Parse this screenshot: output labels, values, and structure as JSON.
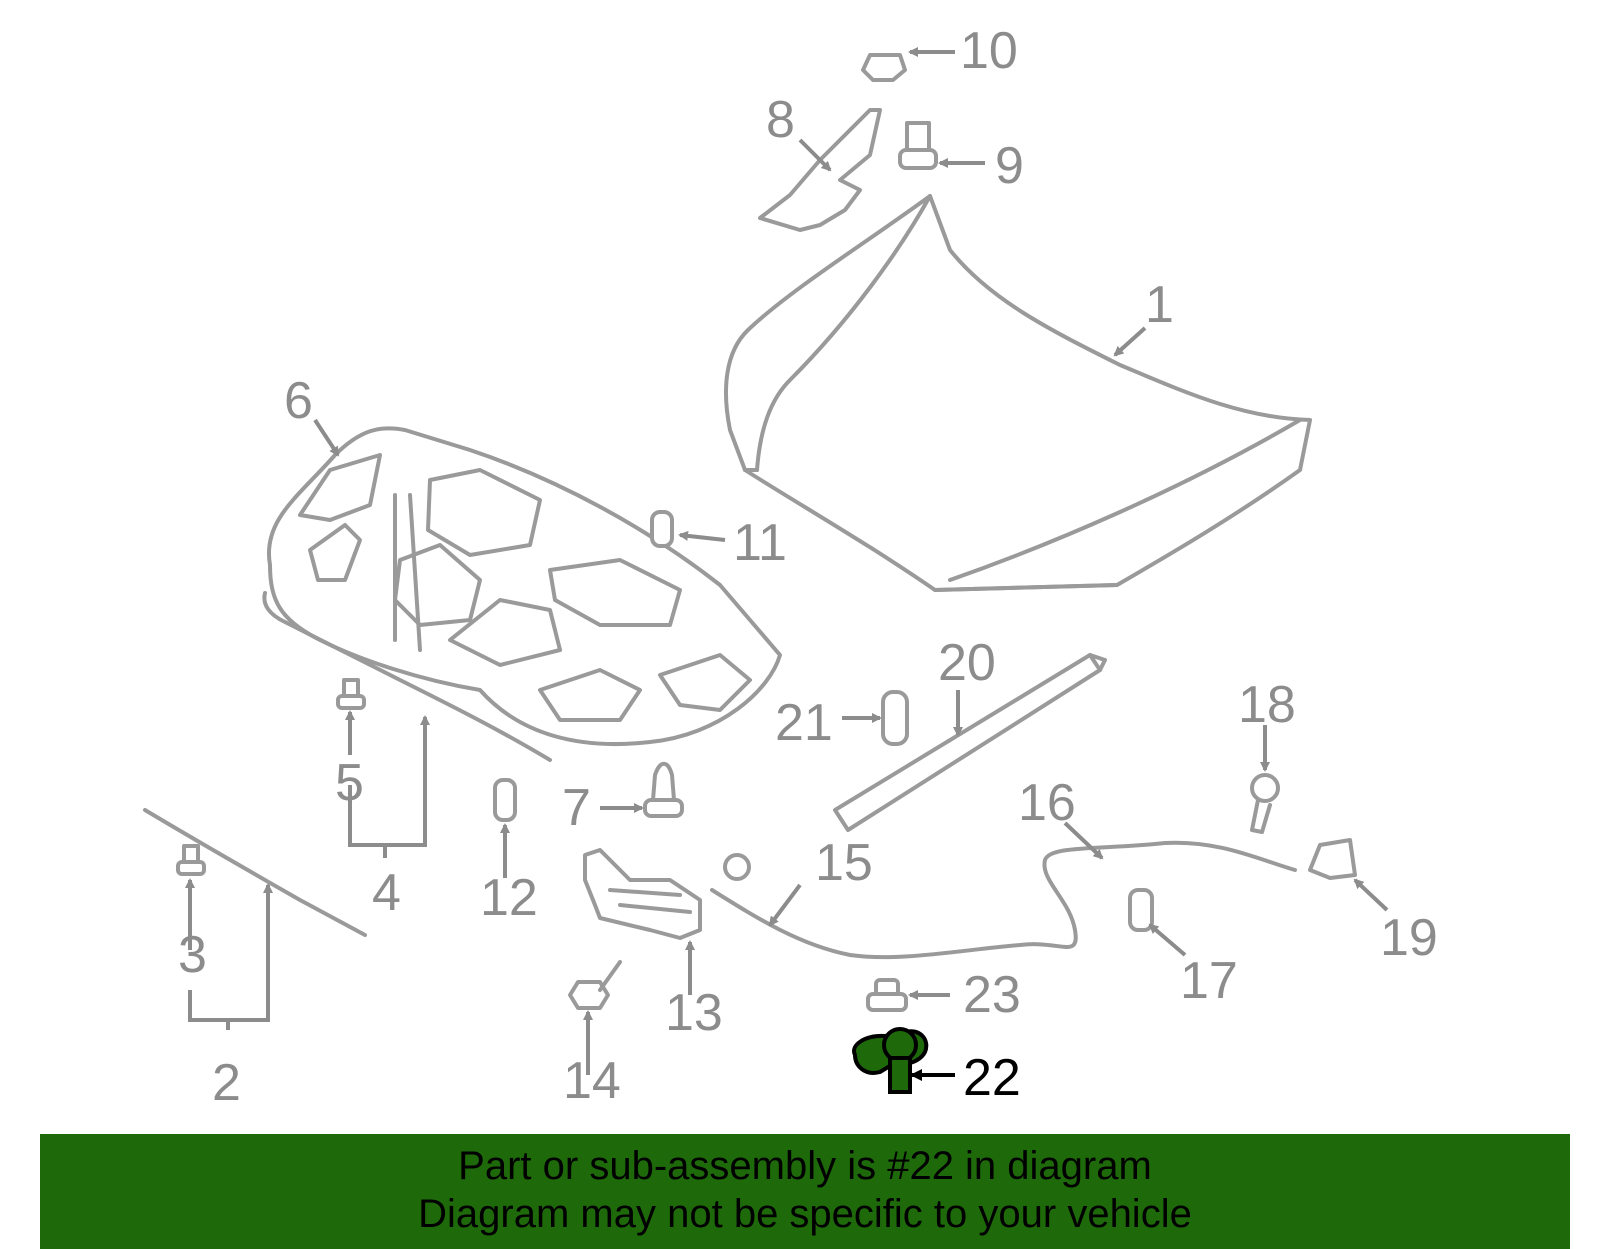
{
  "callouts": {
    "c1": "1",
    "c2": "2",
    "c3": "3",
    "c4": "4",
    "c5": "5",
    "c6": "6",
    "c7": "7",
    "c8": "8",
    "c9": "9",
    "c10": "10",
    "c11": "11",
    "c12": "12",
    "c13": "13",
    "c14": "14",
    "c15": "15",
    "c16": "16",
    "c17": "17",
    "c18": "18",
    "c19": "19",
    "c20": "20",
    "c21": "21",
    "c22": "22",
    "c23": "23"
  },
  "highlight": {
    "part": "22",
    "color": "#1e6a0a"
  },
  "banner": {
    "line1": "Part or sub-assembly is #22 in diagram",
    "line2": "Diagram may not be specific to your vehicle",
    "background": "#1e6a0a"
  }
}
